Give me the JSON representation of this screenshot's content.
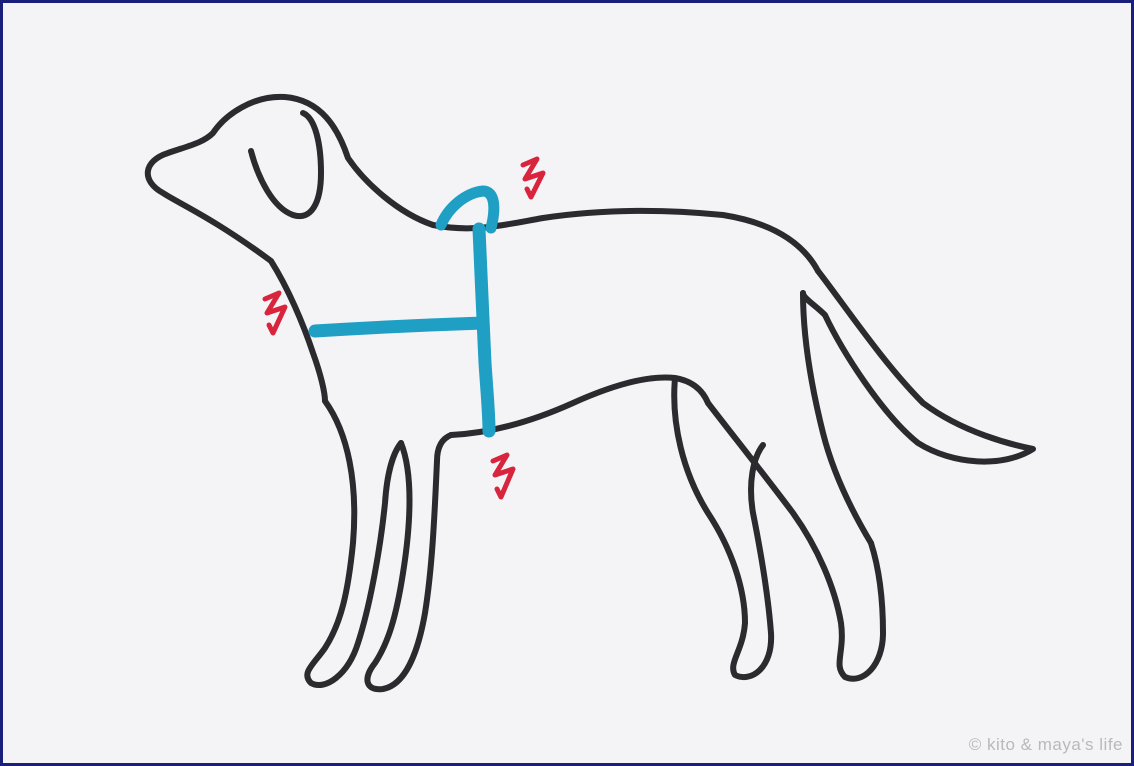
{
  "illustration": {
    "subject": "dog-outline-with-harness",
    "colors": {
      "outline": "#2b2a2e",
      "harness": "#1f9fc4",
      "pressure_marks": "#d8243d",
      "paper": "#f4f3f6",
      "border": "#1a1f7a"
    },
    "harness_straps": [
      "chest-strap",
      "girth-strap",
      "back-loop"
    ],
    "pressure_marks": [
      "mark-back",
      "mark-chest",
      "mark-belly"
    ]
  },
  "watermark": {
    "text": "© kito & maya's life"
  }
}
